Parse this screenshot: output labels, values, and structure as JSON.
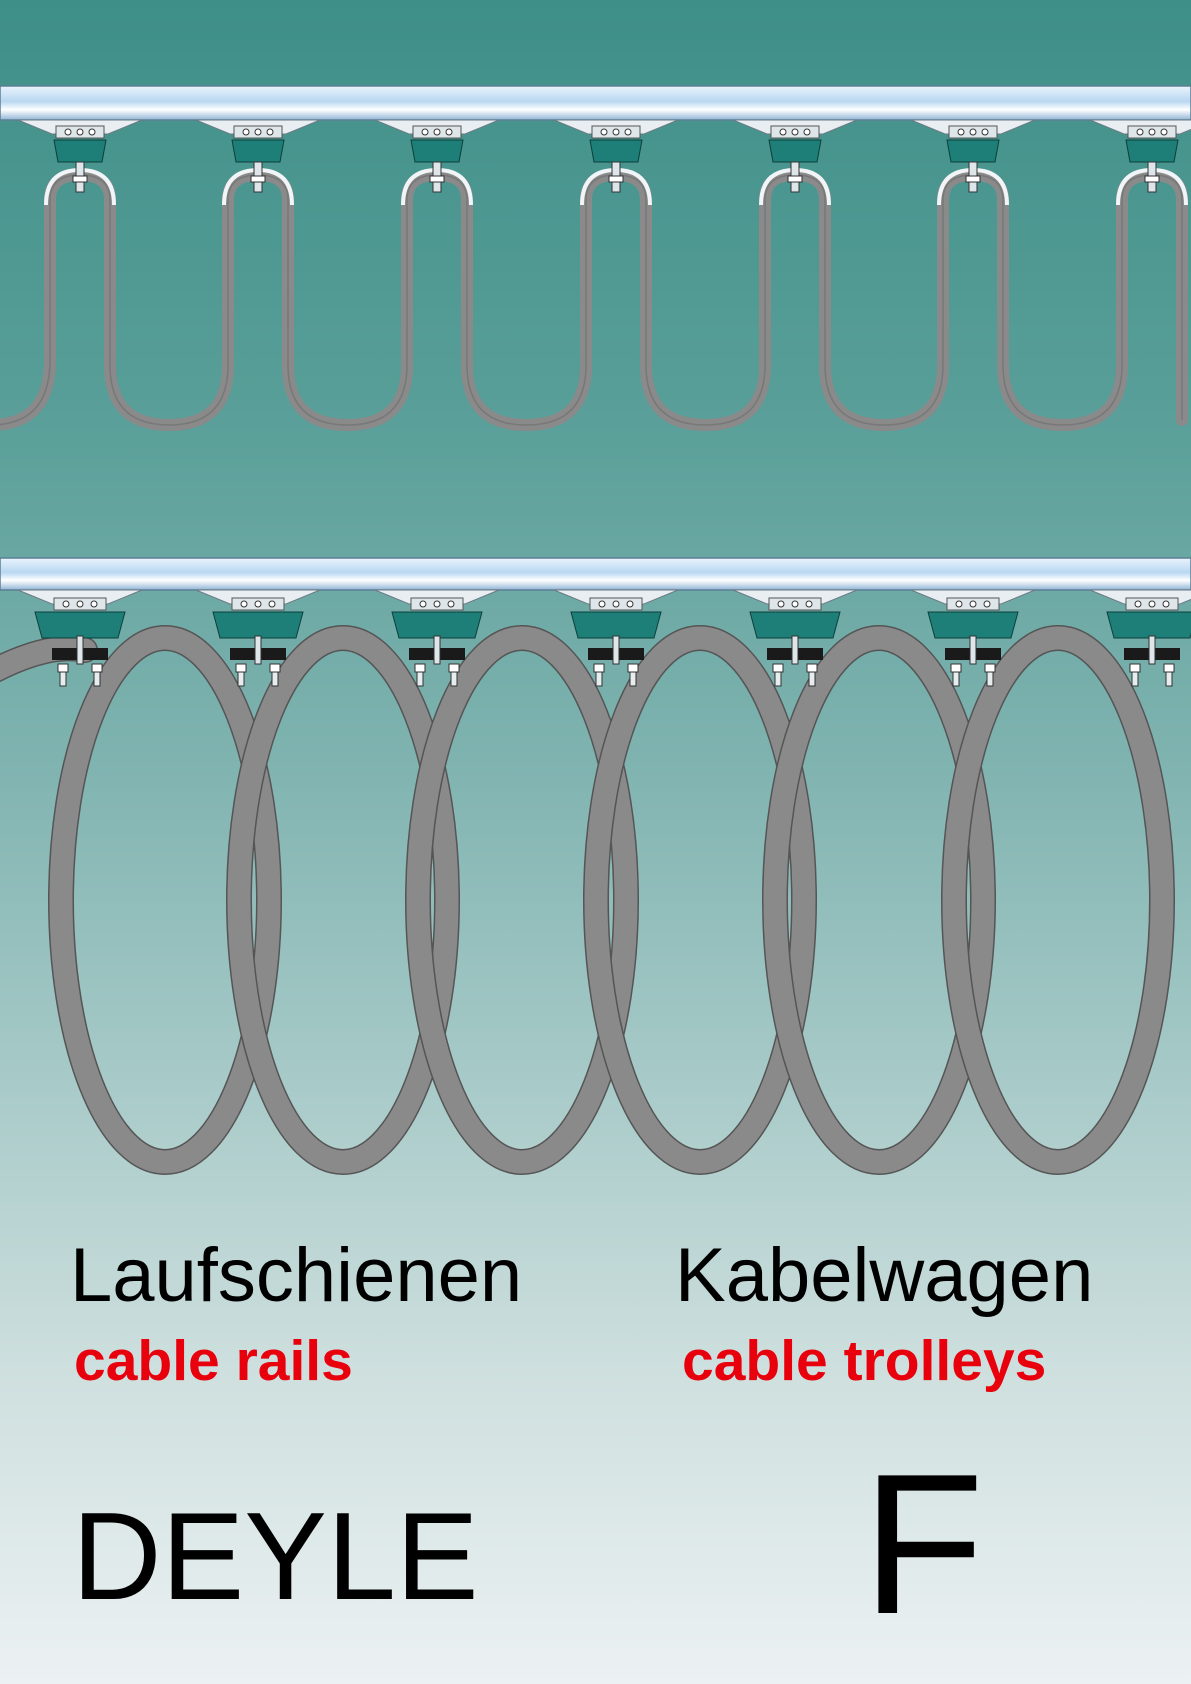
{
  "cover": {
    "left_heading_de": "Laufschienen",
    "left_heading_en": "cable rails",
    "right_heading_de": "Kabelwagen",
    "right_heading_en": "cable trolleys",
    "brand": "DEYLE",
    "section_letter": "F"
  },
  "colors": {
    "rail": "#b9d7f2",
    "trolley": "#1d7f78",
    "cable": "#8a8a8a",
    "accent_text": "#e8000d"
  },
  "illustration": {
    "upper_system": "flat cable on cable rail with trolleys",
    "lower_system": "round cable loops on cable rail with trolleys"
  }
}
